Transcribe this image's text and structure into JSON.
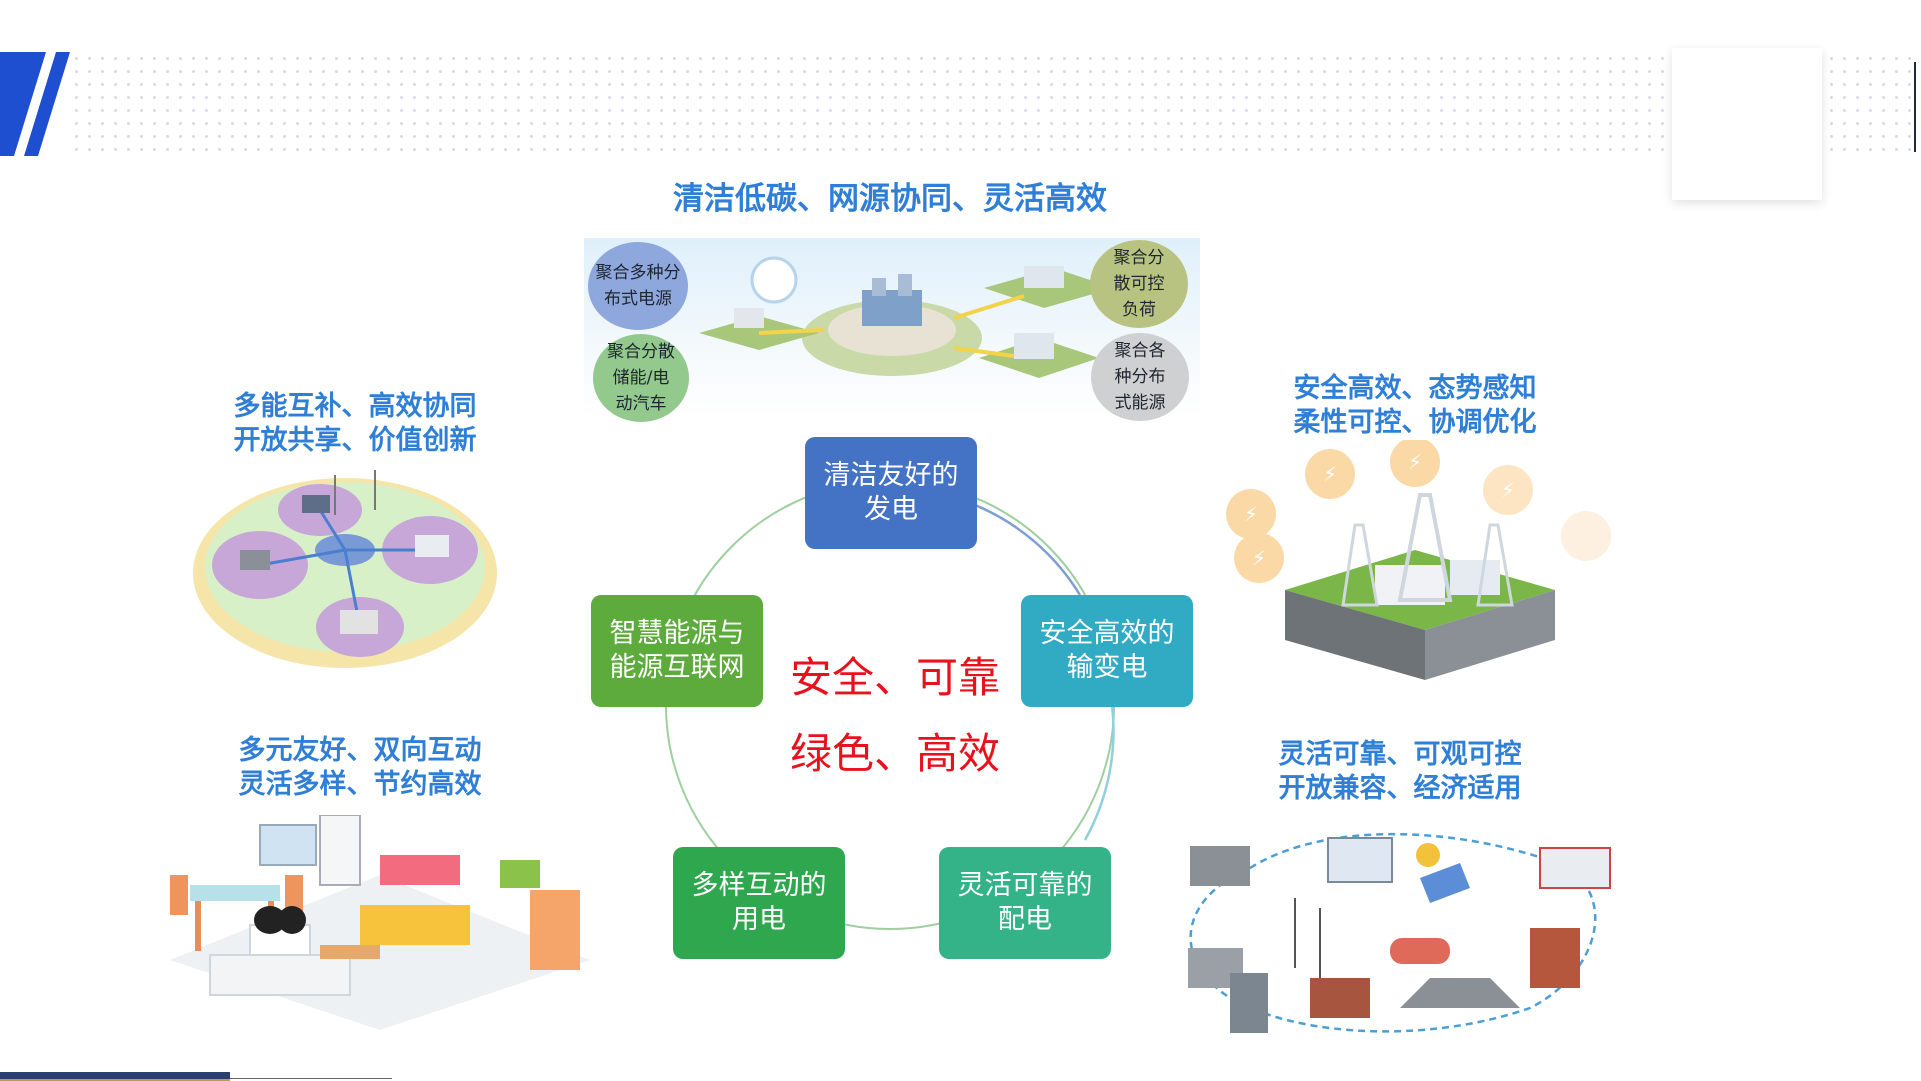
{
  "top_caption": "清洁低碳、网源协同、灵活高效",
  "bubbles": {
    "b1": [
      "聚合多种分",
      "布式电源"
    ],
    "b2": [
      "聚合分散",
      "储能/电",
      "动汽车"
    ],
    "b3": [
      "聚合分",
      "散可控",
      "负荷"
    ],
    "b4": [
      "聚合各",
      "种分布",
      "式能源"
    ]
  },
  "left_top_caption": [
    "多能互补、高效协同",
    "开放共享、价值创新"
  ],
  "right_top_caption": [
    "安全高效、态势感知",
    "柔性可控、协调优化"
  ],
  "left_bottom_caption": [
    "多元友好、双向互动",
    "灵活多样、节约高效"
  ],
  "right_bottom_caption": [
    "灵活可靠、可观可控",
    "开放兼容、经济适用"
  ],
  "nodes": {
    "top": [
      "清洁友好的",
      "发电"
    ],
    "right": [
      "安全高效的",
      "输变电"
    ],
    "left": [
      "智慧能源与",
      "能源互联网"
    ],
    "bottom_left": [
      "多样互动的",
      "用电"
    ],
    "bottom_right": [
      "灵活可靠的",
      "配电"
    ]
  },
  "center": [
    "安全、可靠",
    "绿色、高效"
  ],
  "colors": {
    "caption": "#2f7fd6",
    "center_text": "#e8121d",
    "node_top": "#4472c4",
    "node_right": "#31aac3",
    "node_left": "#5dab3c",
    "node_bottom_left": "#2fa74e",
    "node_bottom_right": "#34b288",
    "accent": "#1e4fd1"
  }
}
